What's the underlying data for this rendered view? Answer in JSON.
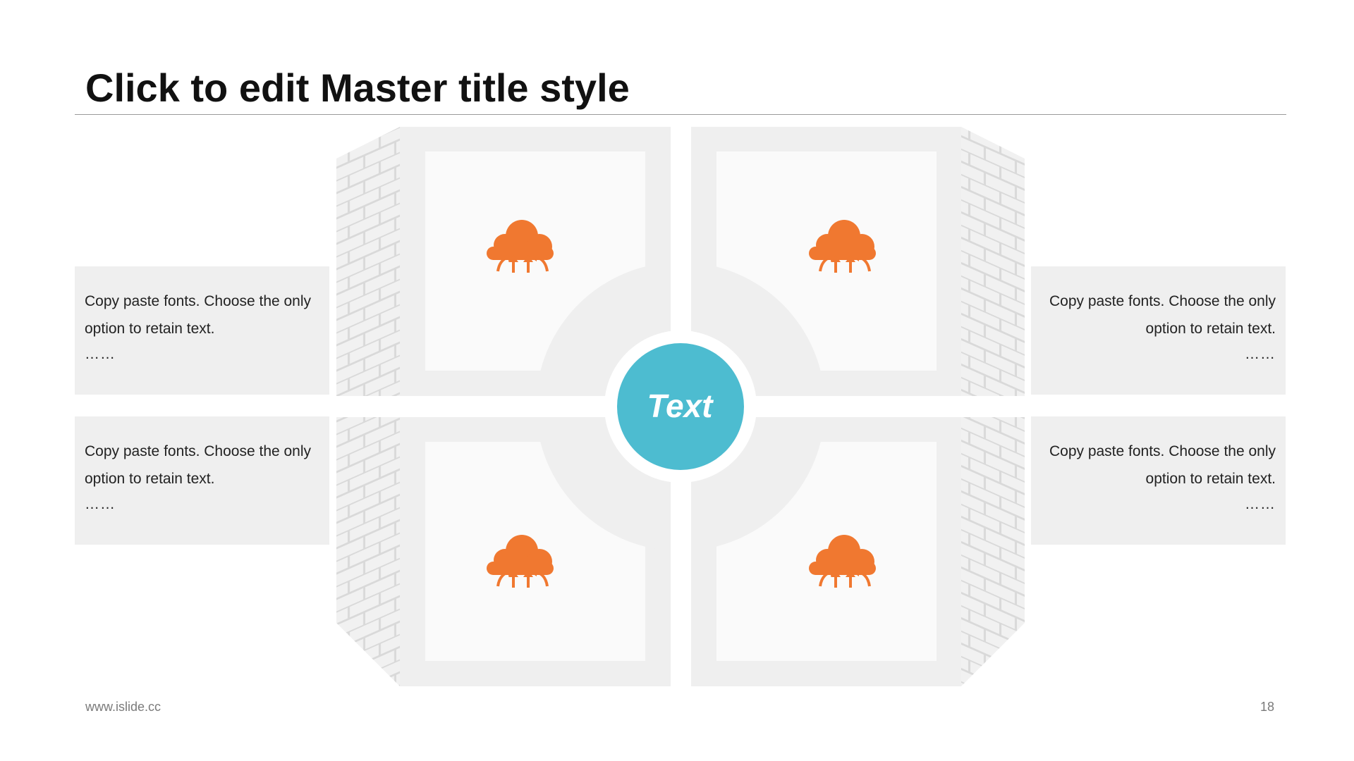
{
  "slide": {
    "title": "Click to edit Master title style",
    "footer_url": "www.islide.cc",
    "page_number": "18"
  },
  "diagram": {
    "center_label": "Text",
    "quadrant_icon": "cloud-upload-icon",
    "colors": {
      "accent_teal": "#4dbcd0",
      "icon_orange": "#f07830",
      "panel_grey": "#efefef",
      "card_white": "#fafafa"
    },
    "boxes": [
      {
        "text": "Copy paste fonts. Choose the only option to retain text.",
        "ellipsis": "……"
      },
      {
        "text": "Copy paste fonts. Choose the only option to retain text.",
        "ellipsis": "……"
      },
      {
        "text": "Copy paste fonts. Choose the only option to retain text.",
        "ellipsis": "……"
      },
      {
        "text": "Copy paste fonts. Choose the only option to retain text.",
        "ellipsis": "……"
      }
    ]
  }
}
